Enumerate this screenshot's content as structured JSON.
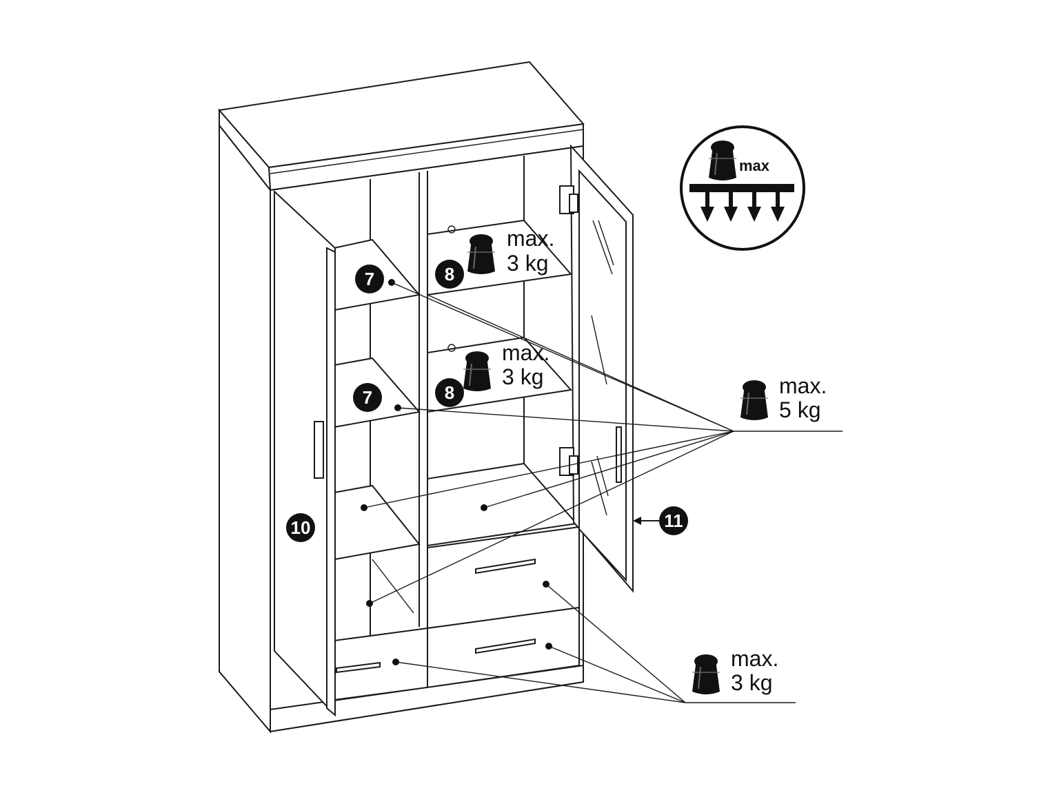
{
  "colors": {
    "ink": "#111111",
    "paper": "#ffffff"
  },
  "labels": {
    "top_glass_max": "max.",
    "top_glass_kg": "3 kg",
    "mid_glass_max": "max.",
    "mid_glass_kg": "3 kg",
    "shelves_max": "max.",
    "shelves_kg": "5 kg",
    "drawers_max": "max.",
    "drawers_kg": "3 kg",
    "load_icon_max": "max"
  },
  "badges": {
    "shelf_upper": "7",
    "shelf_lower": "7",
    "glass_upper": "8",
    "glass_lower": "8",
    "left_door": "10",
    "right_door": "11"
  },
  "icons": {
    "weight": "weight-icon",
    "load_symbol": "max-load-icon"
  }
}
